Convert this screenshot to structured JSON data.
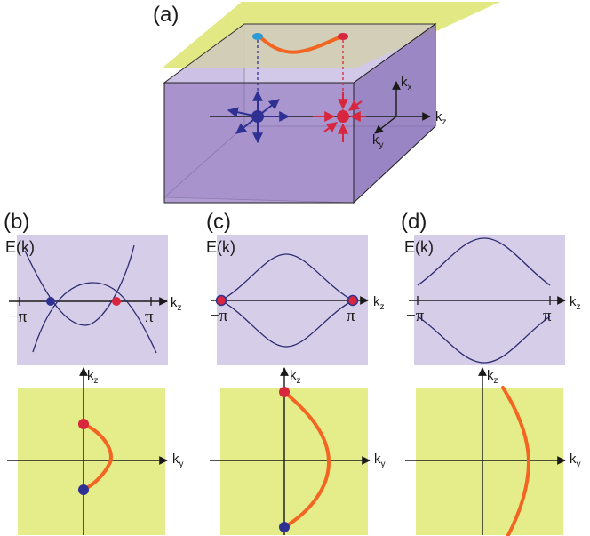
{
  "panels": {
    "a": "(a)",
    "b": "(b)",
    "c": "(c)",
    "d": "(d)"
  },
  "energy_label": "E(k)",
  "tick_minus_pi": "−π",
  "tick_pi": "π",
  "axis": {
    "k": "k",
    "x_sub": "x",
    "y_sub": "y",
    "z_sub": "z"
  },
  "colors": {
    "purple_fill": "#b3a7d6",
    "box_side": "#9a84c4",
    "box_top": "#c9bfe3",
    "yellow_plane": "#dfe77a",
    "orange_curve": "#f26522",
    "band_line": "#2a2a6e",
    "blue_node": "#2e3192",
    "red_node": "#d7263d"
  }
}
